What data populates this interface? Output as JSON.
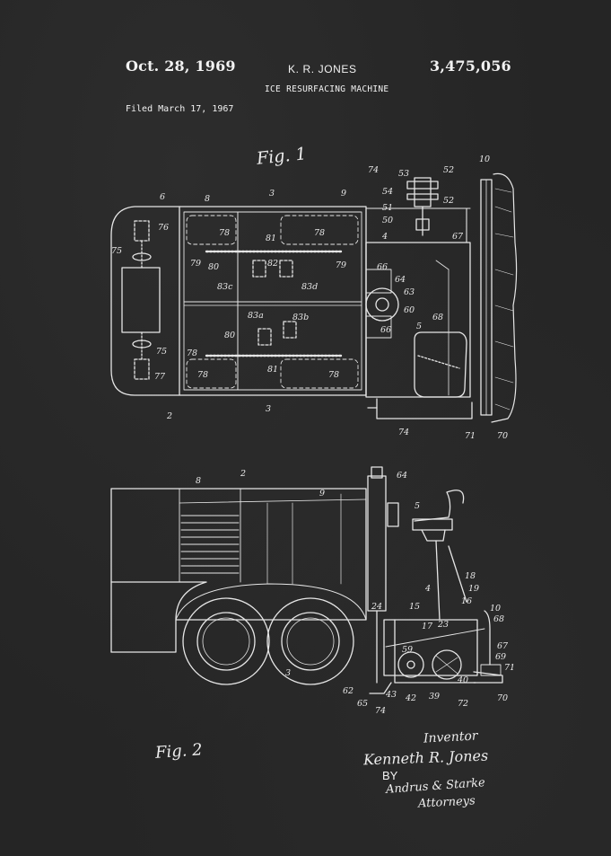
{
  "header": {
    "date": "Oct. 28, 1969",
    "inventor": "K. R. JONES",
    "patent_number": "3,475,056",
    "title": "ICE RESURFACING MACHINE",
    "filed": "Filed March 17, 1967"
  },
  "figures": {
    "fig1_label": "Fig. 1",
    "fig2_label": "Fig. 2"
  },
  "signature": {
    "inventor_label": "Inventor",
    "inventor_name": "Kenneth R. Jones",
    "by_label": "BY",
    "attorney_name": "Andrus & Starke",
    "attorneys_label": "Attorneys"
  },
  "reference_numerals": {
    "fig1": [
      "6",
      "76",
      "8",
      "3",
      "9",
      "74",
      "53",
      "52",
      "10",
      "54",
      "51",
      "52",
      "50",
      "67",
      "4",
      "75",
      "78",
      "78",
      "81",
      "79",
      "79",
      "80",
      "82",
      "66",
      "64",
      "63",
      "83c",
      "83d",
      "60",
      "83a",
      "83b",
      "68",
      "5",
      "66",
      "75",
      "80",
      "78",
      "77",
      "78",
      "81",
      "78",
      "2",
      "3",
      "74",
      "71",
      "70"
    ],
    "fig2": [
      "8",
      "2",
      "9",
      "64",
      "5",
      "18",
      "4",
      "19",
      "16",
      "15",
      "10",
      "24",
      "17",
      "23",
      "68",
      "59",
      "67",
      "69",
      "71",
      "62",
      "43",
      "42",
      "39",
      "40",
      "65",
      "74",
      "72",
      "70",
      "3"
    ]
  }
}
